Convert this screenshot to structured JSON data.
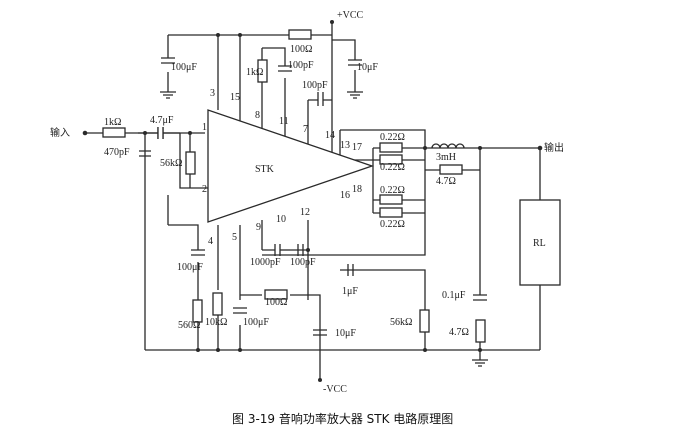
{
  "caption": "图 3-19  音响功率放大器 STK 电路原理图",
  "ic": {
    "name": "STK",
    "pins": [
      "1",
      "2",
      "3",
      "4",
      "5",
      "7",
      "8",
      "9",
      "10",
      "11",
      "12",
      "13",
      "14",
      "15",
      "16",
      "17",
      "18"
    ]
  },
  "terminals": {
    "input": "输入",
    "output": "输出",
    "vcc_pos": "+VCC",
    "vcc_neg": "-VCC"
  },
  "components": {
    "r_in": "1kΩ",
    "c_in": "4.7μF",
    "c_470p": "470pF",
    "r_56k_in": "56kΩ",
    "c_100u_top": "100μF",
    "r_100_top": "100Ω",
    "c_10u_top": "10μF",
    "r_1k_top": "1kΩ",
    "c_100p_top": "100pF",
    "c_100p_mid": "100pF",
    "r_022_a": "0.22Ω",
    "r_022_b": "0.22Ω",
    "r_022_c": "0.22Ω",
    "r_022_d": "0.22Ω",
    "l_3m": "3mH",
    "r_47_out": "4.7Ω",
    "c_01u": "0.1μF",
    "r_47_low": "4.7Ω",
    "load": "RL",
    "c_100u_left": "100μF",
    "r_560": "560Ω",
    "r_10k": "10kΩ",
    "c_1000p": "1000pF",
    "c_100p_low": "100pF",
    "c_1u": "1μF",
    "r_100_low": "100Ω",
    "c_100u_low": "100μF",
    "c_10u_low": "10μF",
    "r_56k_low": "56kΩ"
  }
}
